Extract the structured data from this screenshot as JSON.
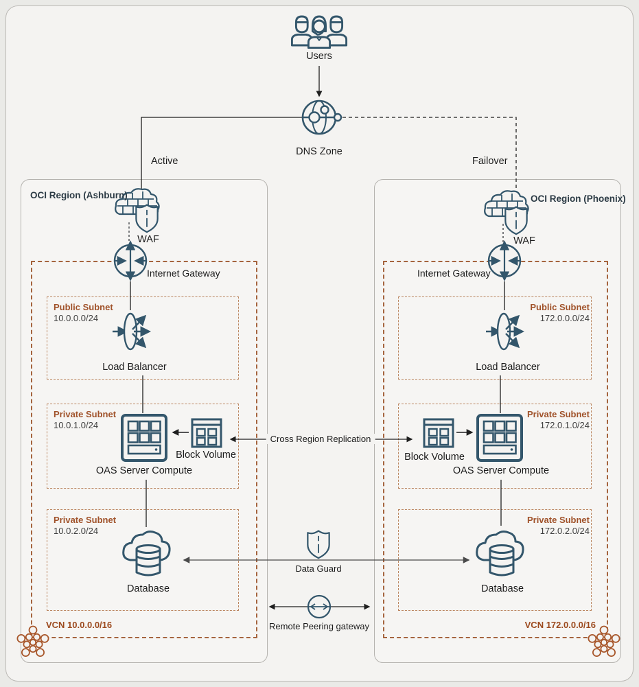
{
  "page": {
    "users_label": "Users",
    "dns_label": "DNS Zone",
    "active_label": "Active",
    "failover_label": "Failover"
  },
  "center": {
    "cross_region_label": "Cross Region Replication",
    "data_guard_label": "Data Guard",
    "remote_peering_label": "Remote Peering gateway"
  },
  "regions": [
    {
      "name": "OCI Region (Ashburn)",
      "waf_label": "WAF",
      "internet_gateway_label": "Internet Gateway",
      "vcn_label": "VCN 10.0.0.0/16",
      "public_subnet": {
        "title": "Public Subnet",
        "cidr": "10.0.0.0/24",
        "load_balancer_label": "Load Balancer"
      },
      "app_subnet": {
        "title": "Private Subnet",
        "cidr": "10.0.1.0/24",
        "compute_label": "OAS Server Compute",
        "block_volume_label": "Block Volume"
      },
      "db_subnet": {
        "title": "Private Subnet",
        "cidr": "10.0.2.0/24",
        "database_label": "Database"
      }
    },
    {
      "name": "OCI Region (Phoenix)",
      "waf_label": "WAF",
      "internet_gateway_label": "Internet Gateway",
      "vcn_label": "VCN 172.0.0.0/16",
      "public_subnet": {
        "title": "Public Subnet",
        "cidr": "172.0.0.0/24",
        "load_balancer_label": "Load Balancer"
      },
      "app_subnet": {
        "title": "Private Subnet",
        "cidr": "172.0.1.0/24",
        "compute_label": "OAS Server Compute",
        "block_volume_label": "Block Volume"
      },
      "db_subnet": {
        "title": "Private Subnet",
        "cidr": "172.0.2.0/24",
        "database_label": "Database"
      }
    }
  ],
  "colors": {
    "icon_stroke": "#33566b",
    "vcn_accent": "#a0522a",
    "line": "#1f1f1f"
  }
}
